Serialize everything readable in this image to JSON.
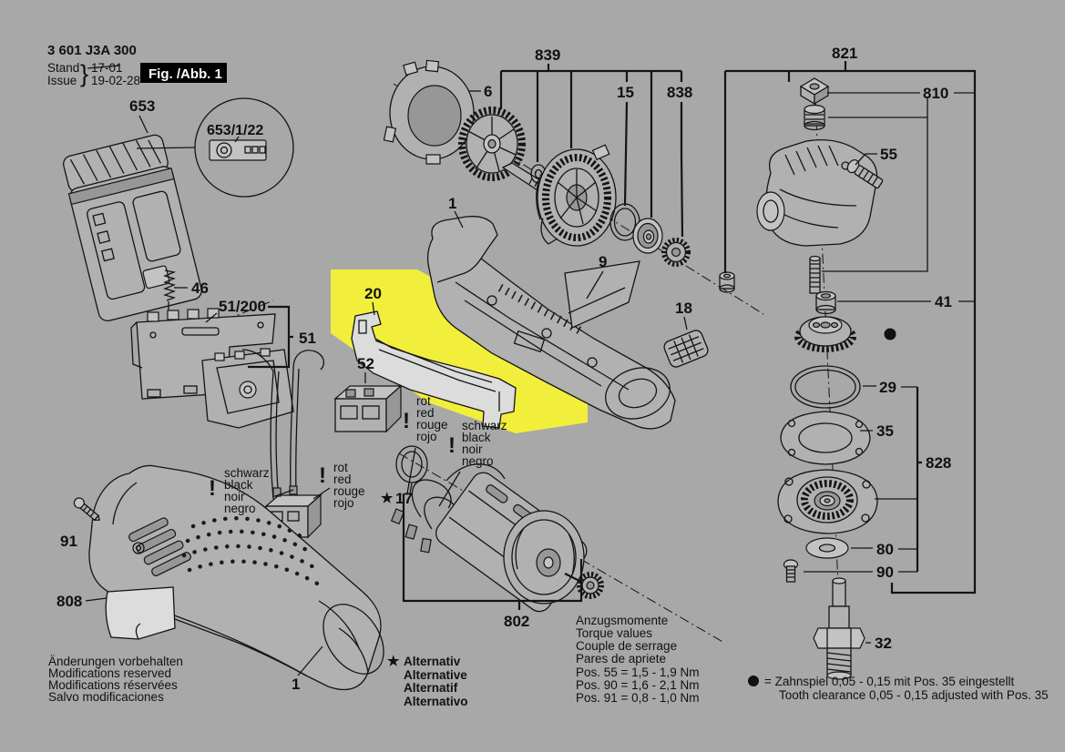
{
  "colors": {
    "background": "#a8a8a8",
    "highlight": "#f2ee3c",
    "line": "#141414",
    "figure_box_bg": "#000000",
    "figure_box_text": "#ffffff"
  },
  "header": {
    "type_number": "3 601 J3A 300",
    "stand_label": "Stand",
    "issue_label": "Issue",
    "stand_value": "17-01",
    "issue_value": "19-02-28",
    "brace": "}",
    "figure_label": "Fig. /Abb. 1"
  },
  "callouts": {
    "battery": "653",
    "battery_detail": "653/1/22",
    "spring": "46",
    "switch_plate": "51/200",
    "switch_module": "51",
    "locking_lever": "20",
    "electronics_module": "52",
    "screw_left": "91",
    "reference_plate": "808",
    "housing": "1",
    "fan_assembly": "839",
    "fan_cover": "6",
    "o_ring_small": "15",
    "ball_bearing": "838",
    "label_panel": "9",
    "vent_cap": "18",
    "motor": "802",
    "damping_ring": "17",
    "gear_head": "821",
    "fastening_set": "810",
    "screw_55": "55",
    "sleeve": "41",
    "o_ring": "29",
    "gasket": "35",
    "bearing_flange_group": "828",
    "washer": "80",
    "screw_90": "90",
    "spindle": "32"
  },
  "wire_labels": {
    "red": [
      "rot",
      "red",
      "rouge",
      "rojo"
    ],
    "black": [
      "schwarz",
      "black",
      "noir",
      "negro"
    ]
  },
  "symbols": {
    "star": "★",
    "dot": "●",
    "exclamation": "!"
  },
  "footnotes": {
    "alternative": [
      "Alternativ",
      "Alternative",
      "Alternatif",
      "Alternativo"
    ],
    "torque": [
      "Anzugsmomente",
      "Torque values",
      "Couple de serrage",
      "Pares de apriete",
      "Pos.  55 = 1,5 - 1,9 Nm",
      "Pos.  90 = 1,6 - 2,1 Nm",
      "Pos.  91 = 0,8 - 1,0 Nm"
    ],
    "modifications": [
      "Änderungen vorbehalten",
      "Modifications reserved",
      "Modifications réservées",
      "Salvo modificaciones"
    ],
    "tooth_clearance": [
      "=  Zahnspiel 0,05 - 0,15 mit Pos. 35 eingestellt",
      "Tooth clearance 0,05 - 0,15 adjusted with Pos. 35"
    ]
  }
}
